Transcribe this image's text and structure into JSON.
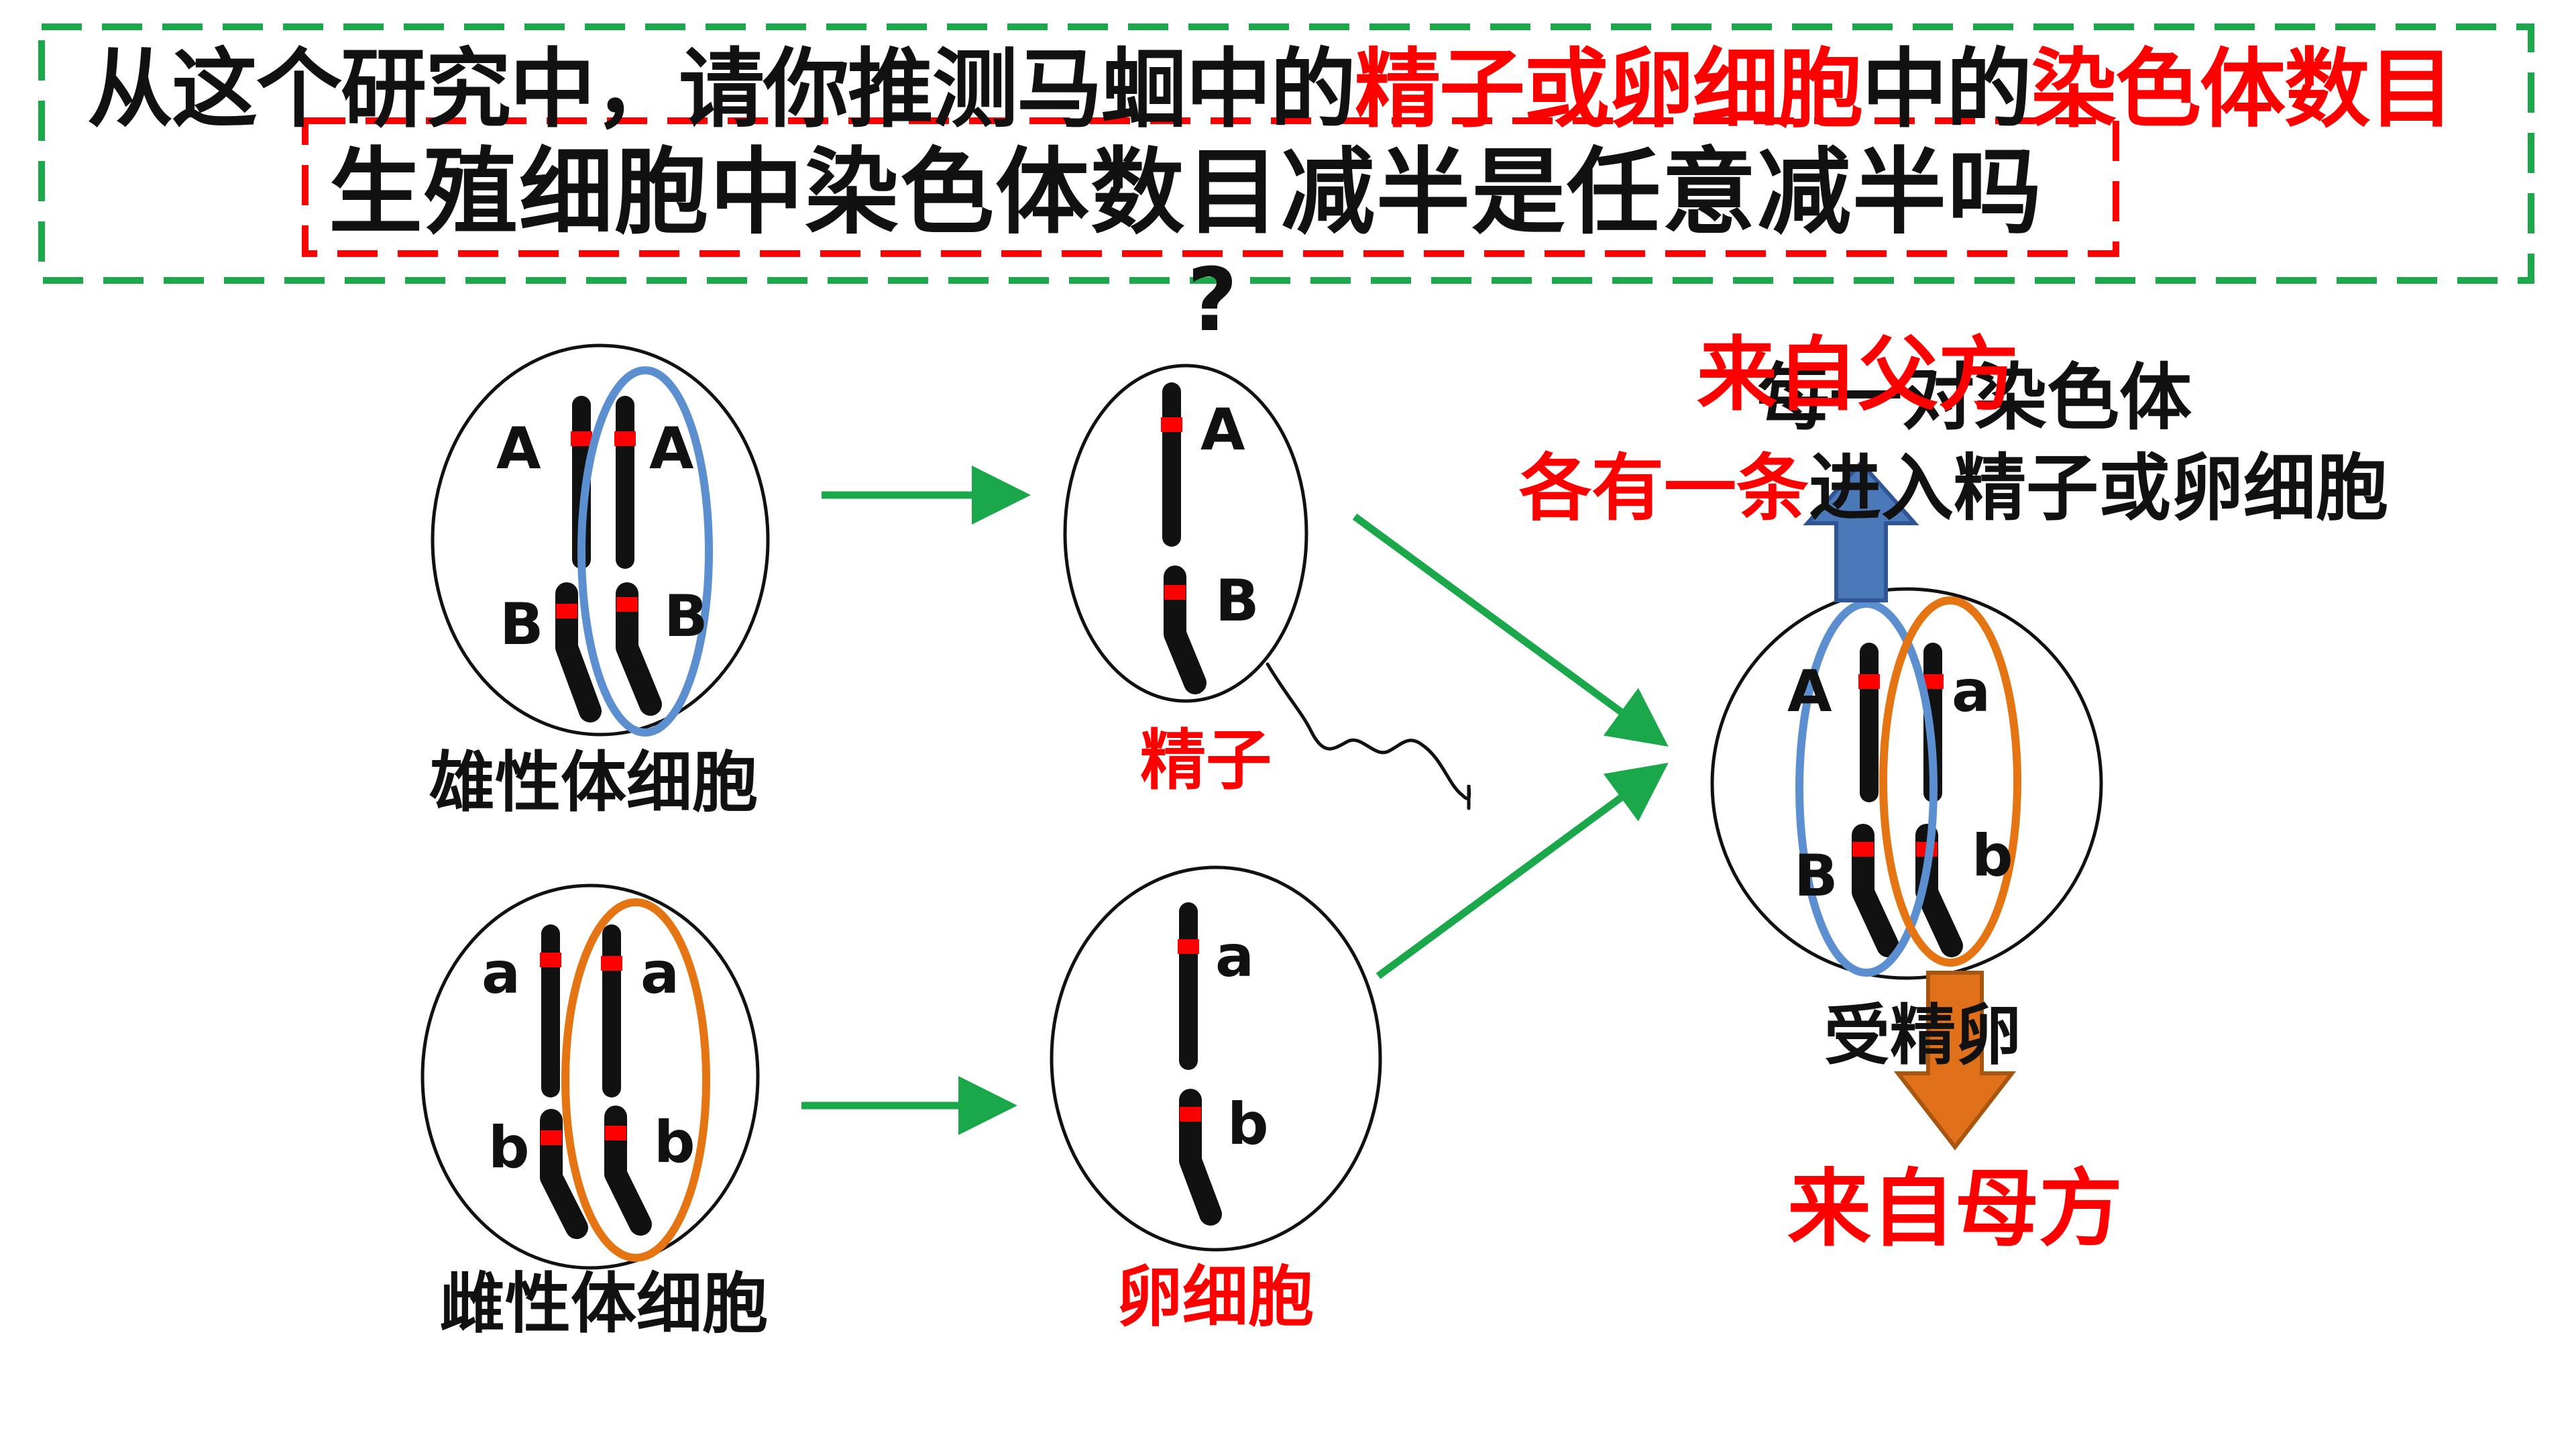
{
  "title": {
    "line1_prefix": "从这个研究中，请你推测马蛔中的",
    "line1_highlight_cells": "精子或卵细胞",
    "line1_mid": "中的",
    "line1_highlight_count": "染色体数目",
    "line2": "生殖细胞中染色体数目减半是任意减半吗"
  },
  "question_mark": "?",
  "cells": {
    "male": {
      "label": "雄性体细胞",
      "genes": [
        "A",
        "A",
        "B",
        "B"
      ]
    },
    "female": {
      "label": "雌性体细胞",
      "genes": [
        "a",
        "a",
        "b",
        "b"
      ]
    },
    "sperm": {
      "label": "精子",
      "genes": [
        "A",
        "B"
      ]
    },
    "egg": {
      "label": "卵细胞",
      "genes": [
        "a",
        "b"
      ]
    },
    "zygote": {
      "label": "受精卵",
      "genes": [
        "A",
        "B",
        "a",
        "b"
      ]
    }
  },
  "annotations": {
    "pair_text": "每一对染色体",
    "one_each_red": "各有一条",
    "one_each_black": "进入精子或卵细胞",
    "from_father": "来自父方",
    "from_mother": "来自母方"
  },
  "colors": {
    "red": "#ff0000",
    "green": "#1aa84a",
    "blue": "#5b8fd0",
    "orange": "#e57413",
    "arrow_blue": "#4a78b8",
    "arrow_orange": "#e0711a",
    "black": "#111111"
  },
  "icons": [
    "arrow-right-icon",
    "arrow-up-icon",
    "arrow-down-icon",
    "sperm-tail-icon"
  ]
}
